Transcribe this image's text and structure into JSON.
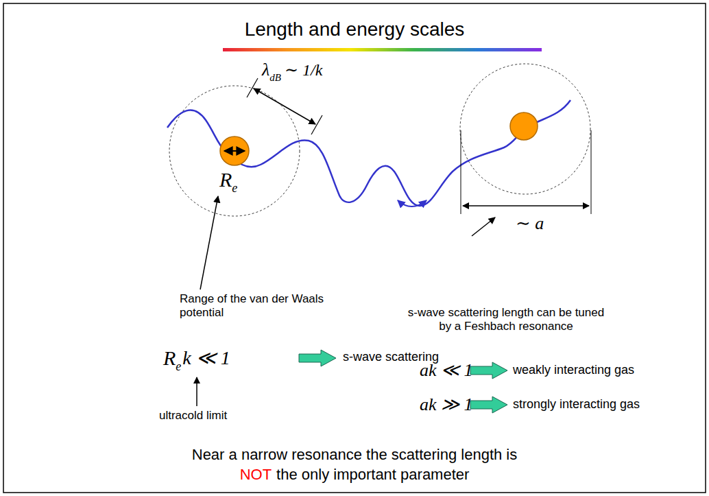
{
  "diagram": {
    "title": "Length and energy scales",
    "labels": [
      "λ",
      "dB",
      "∼ 1/k",
      "R",
      "e",
      "Range of the van der Waals potential",
      "∼ a",
      "s-wave scattering length can be tuned by a Feshbach resonance",
      "R",
      "e",
      "k ≪ 1",
      "s-wave scattering",
      "ultracold limit",
      "ak ≪ 1",
      "weakly interacting gas",
      "ak ≫ 1",
      "strongly interacting gas",
      "Near a narrow resonance the scattering length is",
      "NOT",
      "the only important parameter"
    ]
  }
}
